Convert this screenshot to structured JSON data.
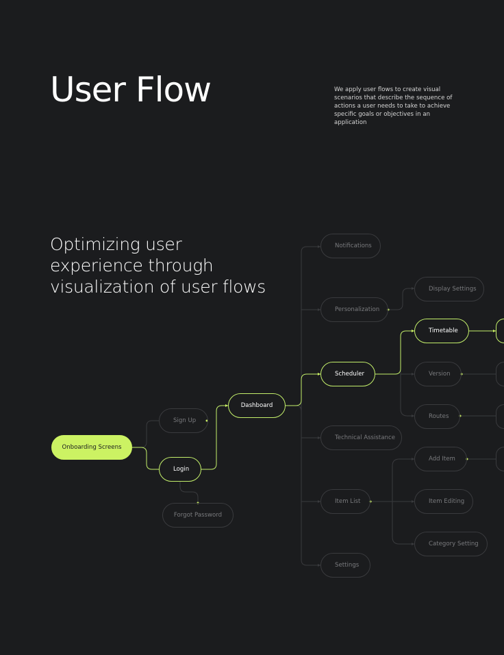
{
  "header": {
    "title": "User Flow",
    "description": "We apply user flows to create visual scenarios that describe the sequence of actions a user needs to take to achieve specific goals or objectives in an application"
  },
  "subtitle": "Optimizing user experience through visualization of user flows",
  "colors": {
    "background": "#1b1c1e",
    "accent": "#ccf263",
    "inactive_border": "#3a3b3e",
    "inactive_text": "#7a7b7e"
  },
  "flow": {
    "onboarding": "Onboarding Screens",
    "sign_up": "Sign Up",
    "login": "Login",
    "forgot_password": "Forgot Password",
    "dashboard": "Dashboard",
    "notifications": "Notifications",
    "personalization": "Personalization",
    "display_settings": "Display Settings",
    "scheduler": "Scheduler",
    "timetable": "Timetable",
    "version": "Version",
    "routes": "Routes",
    "technical_assistance": "Technical Assistance",
    "item_list": "Item List",
    "add_item": "Add Item",
    "item_editing": "Item Editing",
    "category_setting": "Category Setting",
    "settings": "Settings"
  }
}
